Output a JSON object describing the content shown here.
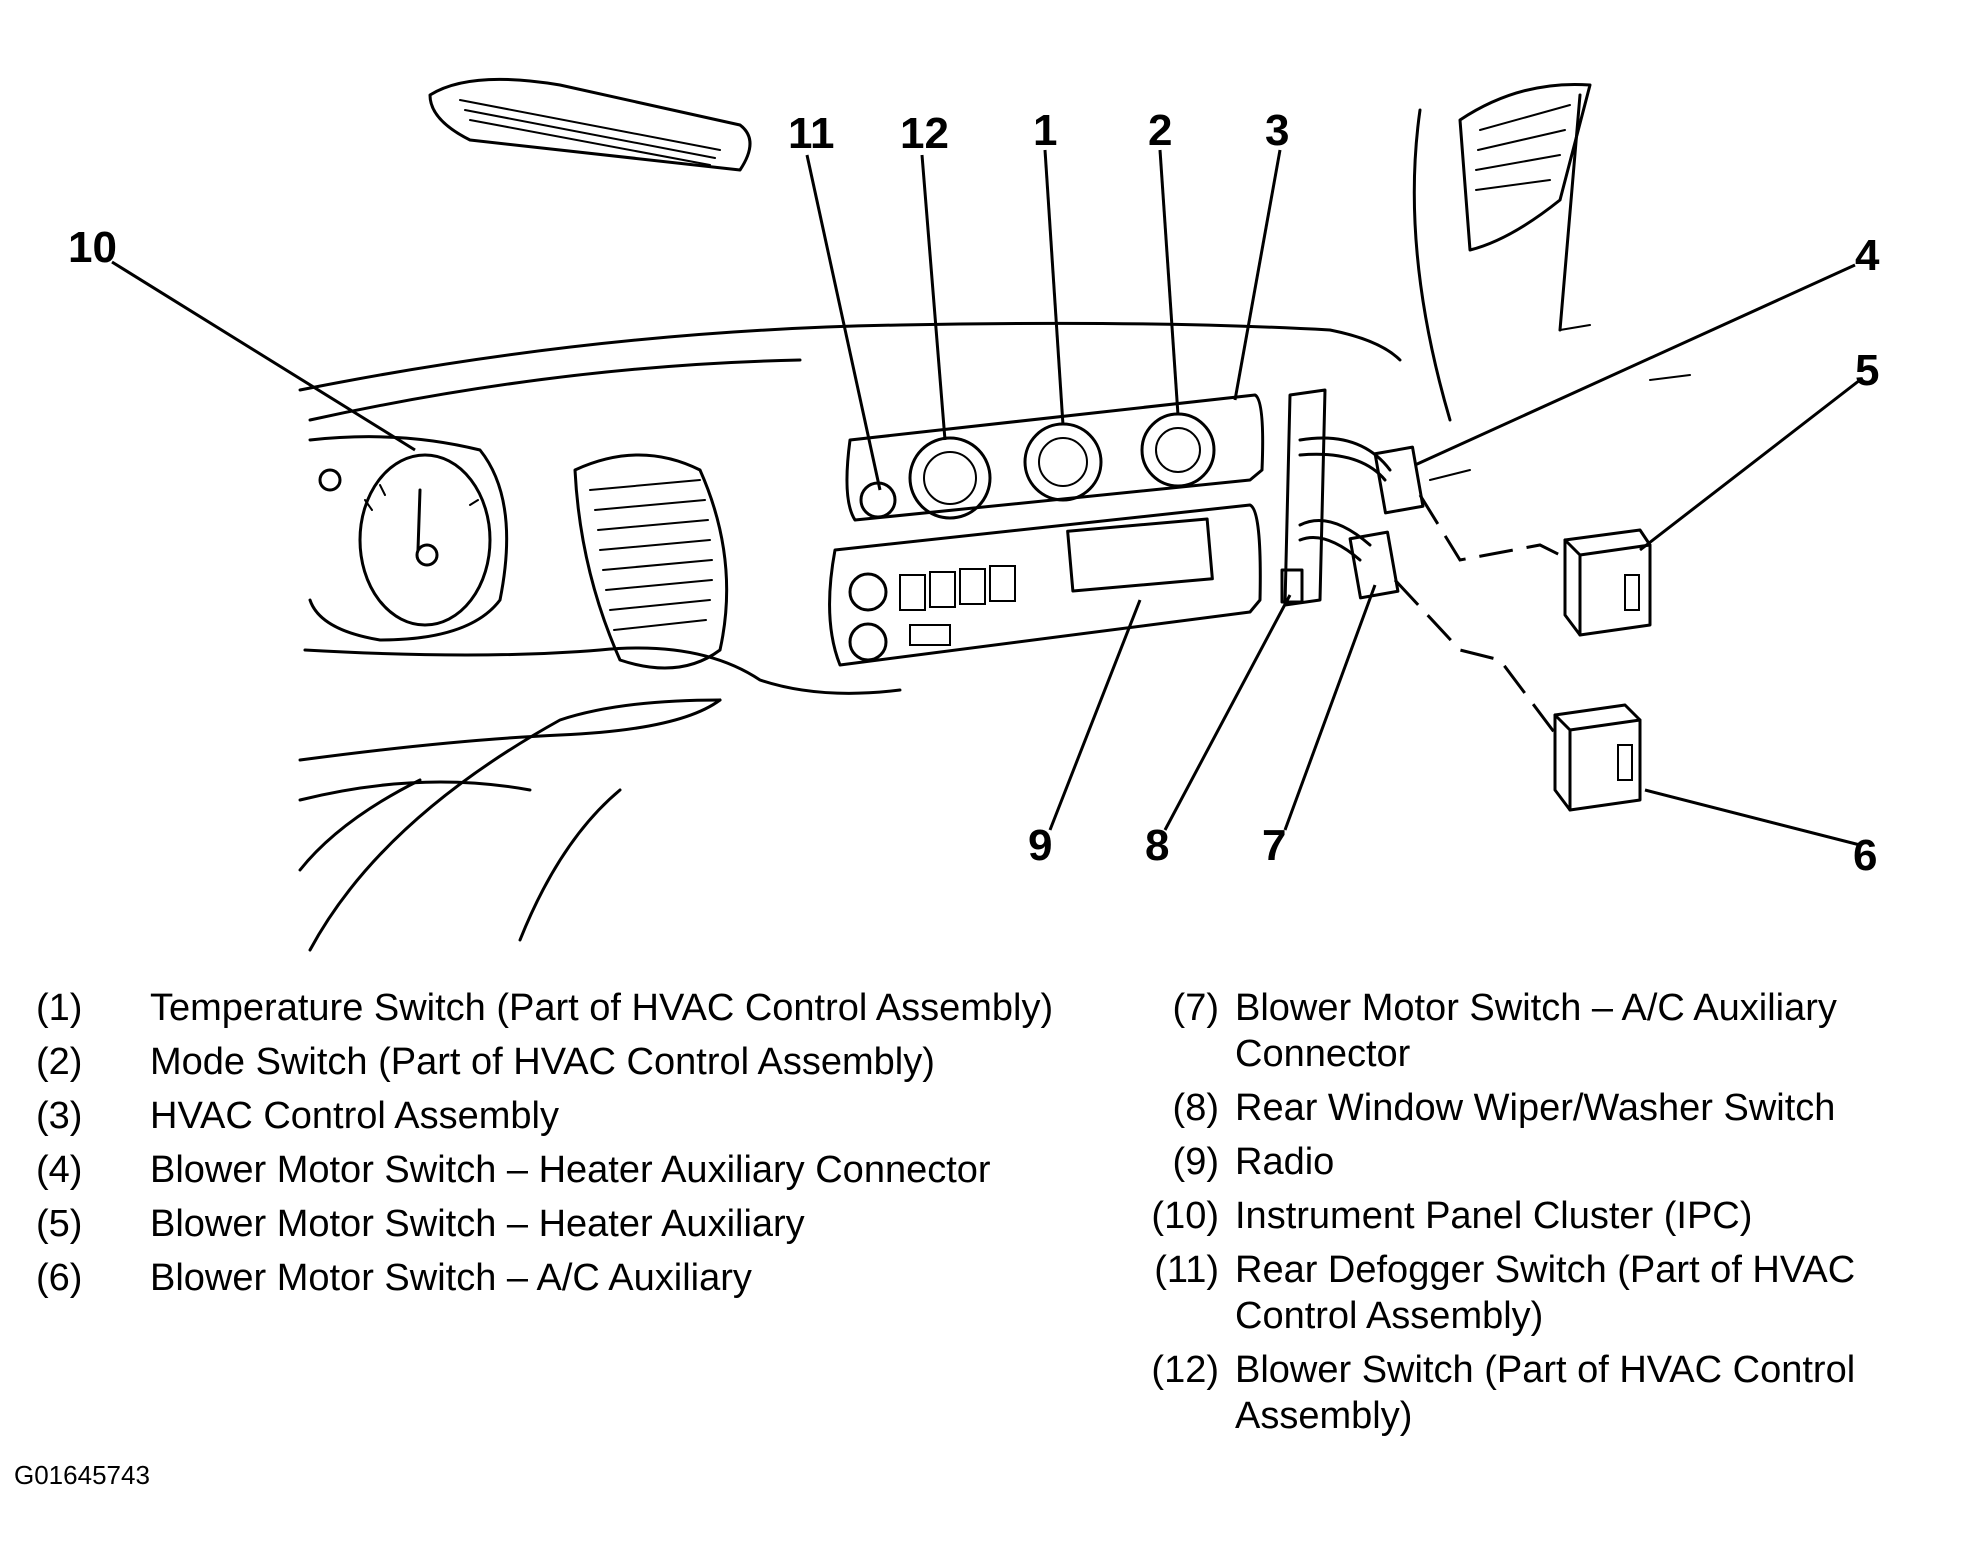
{
  "callouts": {
    "c1": "1",
    "c2": "2",
    "c3": "3",
    "c4": "4",
    "c5": "5",
    "c6": "6",
    "c7": "7",
    "c8": "8",
    "c9": "9",
    "c10": "10",
    "c11": "11",
    "c12": "12"
  },
  "legend": {
    "left": [
      {
        "key": "(1)",
        "text": "Temperature Switch (Part of HVAC Control Assembly)"
      },
      {
        "key": "(2)",
        "text": "Mode Switch (Part of HVAC Control Assembly)"
      },
      {
        "key": "(3)",
        "text": "HVAC Control Assembly"
      },
      {
        "key": "(4)",
        "text": "Blower Motor Switch – Heater Auxiliary Connector"
      },
      {
        "key": "(5)",
        "text": "Blower Motor Switch – Heater Auxiliary"
      },
      {
        "key": "(6)",
        "text": "Blower Motor Switch – A/C Auxiliary"
      }
    ],
    "right": [
      {
        "key": "(7)",
        "text": "Blower Motor Switch – A/C Auxiliary Connector"
      },
      {
        "key": "(8)",
        "text": "Rear Window Wiper/Washer Switch"
      },
      {
        "key": "(9)",
        "text": "Radio"
      },
      {
        "key": "(10)",
        "text": "Instrument Panel Cluster (IPC)"
      },
      {
        "key": "(11)",
        "text": "Rear Defogger Switch (Part of HVAC Control Assembly)"
      },
      {
        "key": "(12)",
        "text": "Blower Switch (Part of HVAC Control Assembly)"
      }
    ]
  },
  "figure_id": "G01645743"
}
